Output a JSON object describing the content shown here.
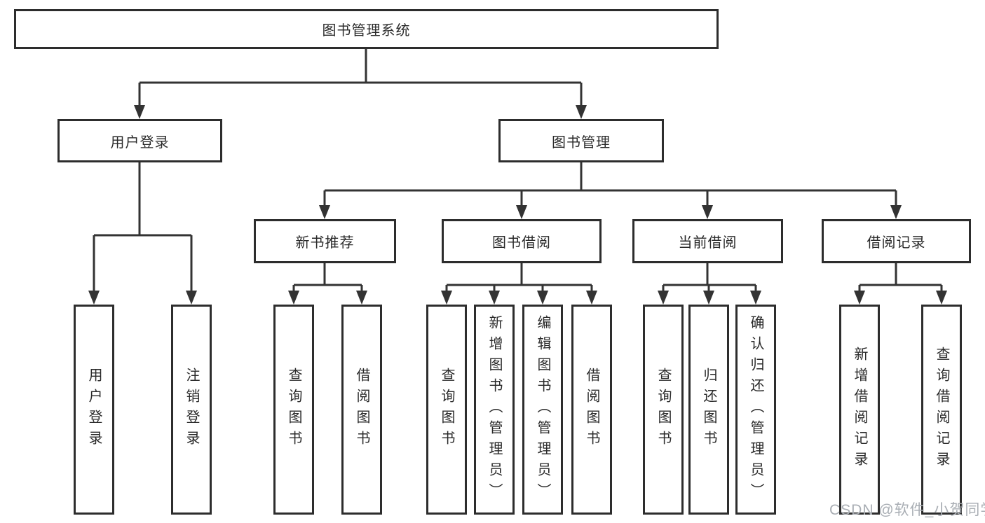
{
  "diagram_title": "图书管理系统",
  "nodes": {
    "root": "图书管理系统",
    "user_login": "用户登录",
    "book_management": "图书管理",
    "new_book_recommend": "新书推荐",
    "book_borrowing": "图书借阅",
    "current_borrowing": "当前借阅",
    "borrowing_records": "借阅记录",
    "leaf_user_login": "用户登录",
    "leaf_logout": "注销登录",
    "leaf_rec_query_book": "查询图书",
    "leaf_rec_borrow_book": "借阅图书",
    "leaf_bor_query_book": "查询图书",
    "leaf_bor_add_book": "新增图书（管理员）",
    "leaf_bor_edit_book": "编辑图书（管理员）",
    "leaf_bor_borrow_book": "借阅图书",
    "leaf_cur_query_book": "查询图书",
    "leaf_cur_return_book": "归还图书",
    "leaf_cur_confirm_return": "确认归还（管理员）",
    "leaf_log_add_record": "新增借阅记录",
    "leaf_log_query_record": "查询借阅记录"
  },
  "structure": {
    "图书管理系统": {
      "用户登录": [
        "用户登录",
        "注销登录"
      ],
      "图书管理": {
        "新书推荐": [
          "查询图书",
          "借阅图书"
        ],
        "图书借阅": [
          "查询图书",
          "新增图书（管理员）",
          "编辑图书（管理员）",
          "借阅图书"
        ],
        "当前借阅": [
          "查询图书",
          "归还图书",
          "确认归还（管理员）"
        ],
        "借阅记录": [
          "新增借阅记录",
          "查询借阅记录"
        ]
      }
    }
  },
  "watermark": {
    "text": "CSDN @软件_小贺同学"
  },
  "colors": {
    "background": "#ffffff",
    "box_border": "#2d2d2d",
    "connector_line": "#333333",
    "text": "#2a2a2a",
    "watermark_text": "#a9aeb4"
  }
}
